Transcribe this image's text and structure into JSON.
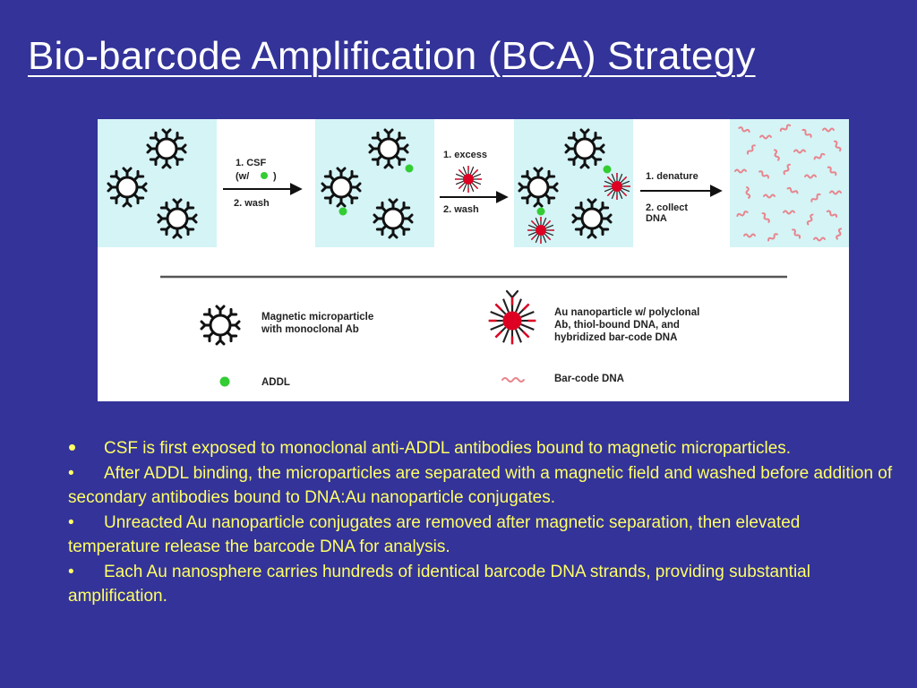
{
  "title": "Bio-barcode Amplification (BCA) Strategy",
  "colors": {
    "background": "#333399",
    "title_text": "#ffffff",
    "bullet_text": "#ffff66",
    "panel_bg": "#d4f4f6",
    "addl_green": "#33cc33",
    "nanoparticle_red": "#dd0022",
    "barcode_pink": "#e8848c"
  },
  "figure": {
    "step1": {
      "line1": "1. CSF",
      "line2_prefix": "(w/",
      "line2_suffix": ")",
      "line3": "2. wash"
    },
    "step2": {
      "line1": "1.  excess",
      "line2": "2.  wash"
    },
    "step3": {
      "line1": "1. denature",
      "line2": "2. collect",
      "line3": "DNA"
    },
    "legend": {
      "microparticle": {
        "line1": "Magnetic microparticle",
        "line2": "with monoclonal Ab",
        "icon": "magnetic-microparticle-icon"
      },
      "addl": {
        "label": "ADDL",
        "icon": "green-dot-icon"
      },
      "nanoparticle": {
        "line1": "Au nanoparticle w/ polyclonal",
        "line2": "Ab, thiol-bound DNA, and",
        "line3": "hybridized bar-code DNA",
        "icon": "au-nanoparticle-icon"
      },
      "barcode": {
        "label": "Bar-code DNA",
        "icon": "wavy-strand-icon"
      }
    }
  },
  "bullets": [
    {
      "marker": "•",
      "text": "CSF is first exposed to monoclonal anti-ADDL antibodies bound to magnetic microparticles."
    },
    {
      "marker": "•",
      "text": "After ADDL binding, the microparticles are separated with a magnetic field and washed before addition of secondary antibodies bound to DNA:Au nanoparticle conjugates."
    },
    {
      "marker": "•",
      "text": "Unreacted Au nanoparticle conjugates are removed after magnetic separation, then elevated temperature release the barcode DNA for analysis."
    },
    {
      "marker": "•",
      "text": "Each Au nanosphere carries hundreds of identical barcode DNA strands, providing substantial amplification."
    }
  ]
}
